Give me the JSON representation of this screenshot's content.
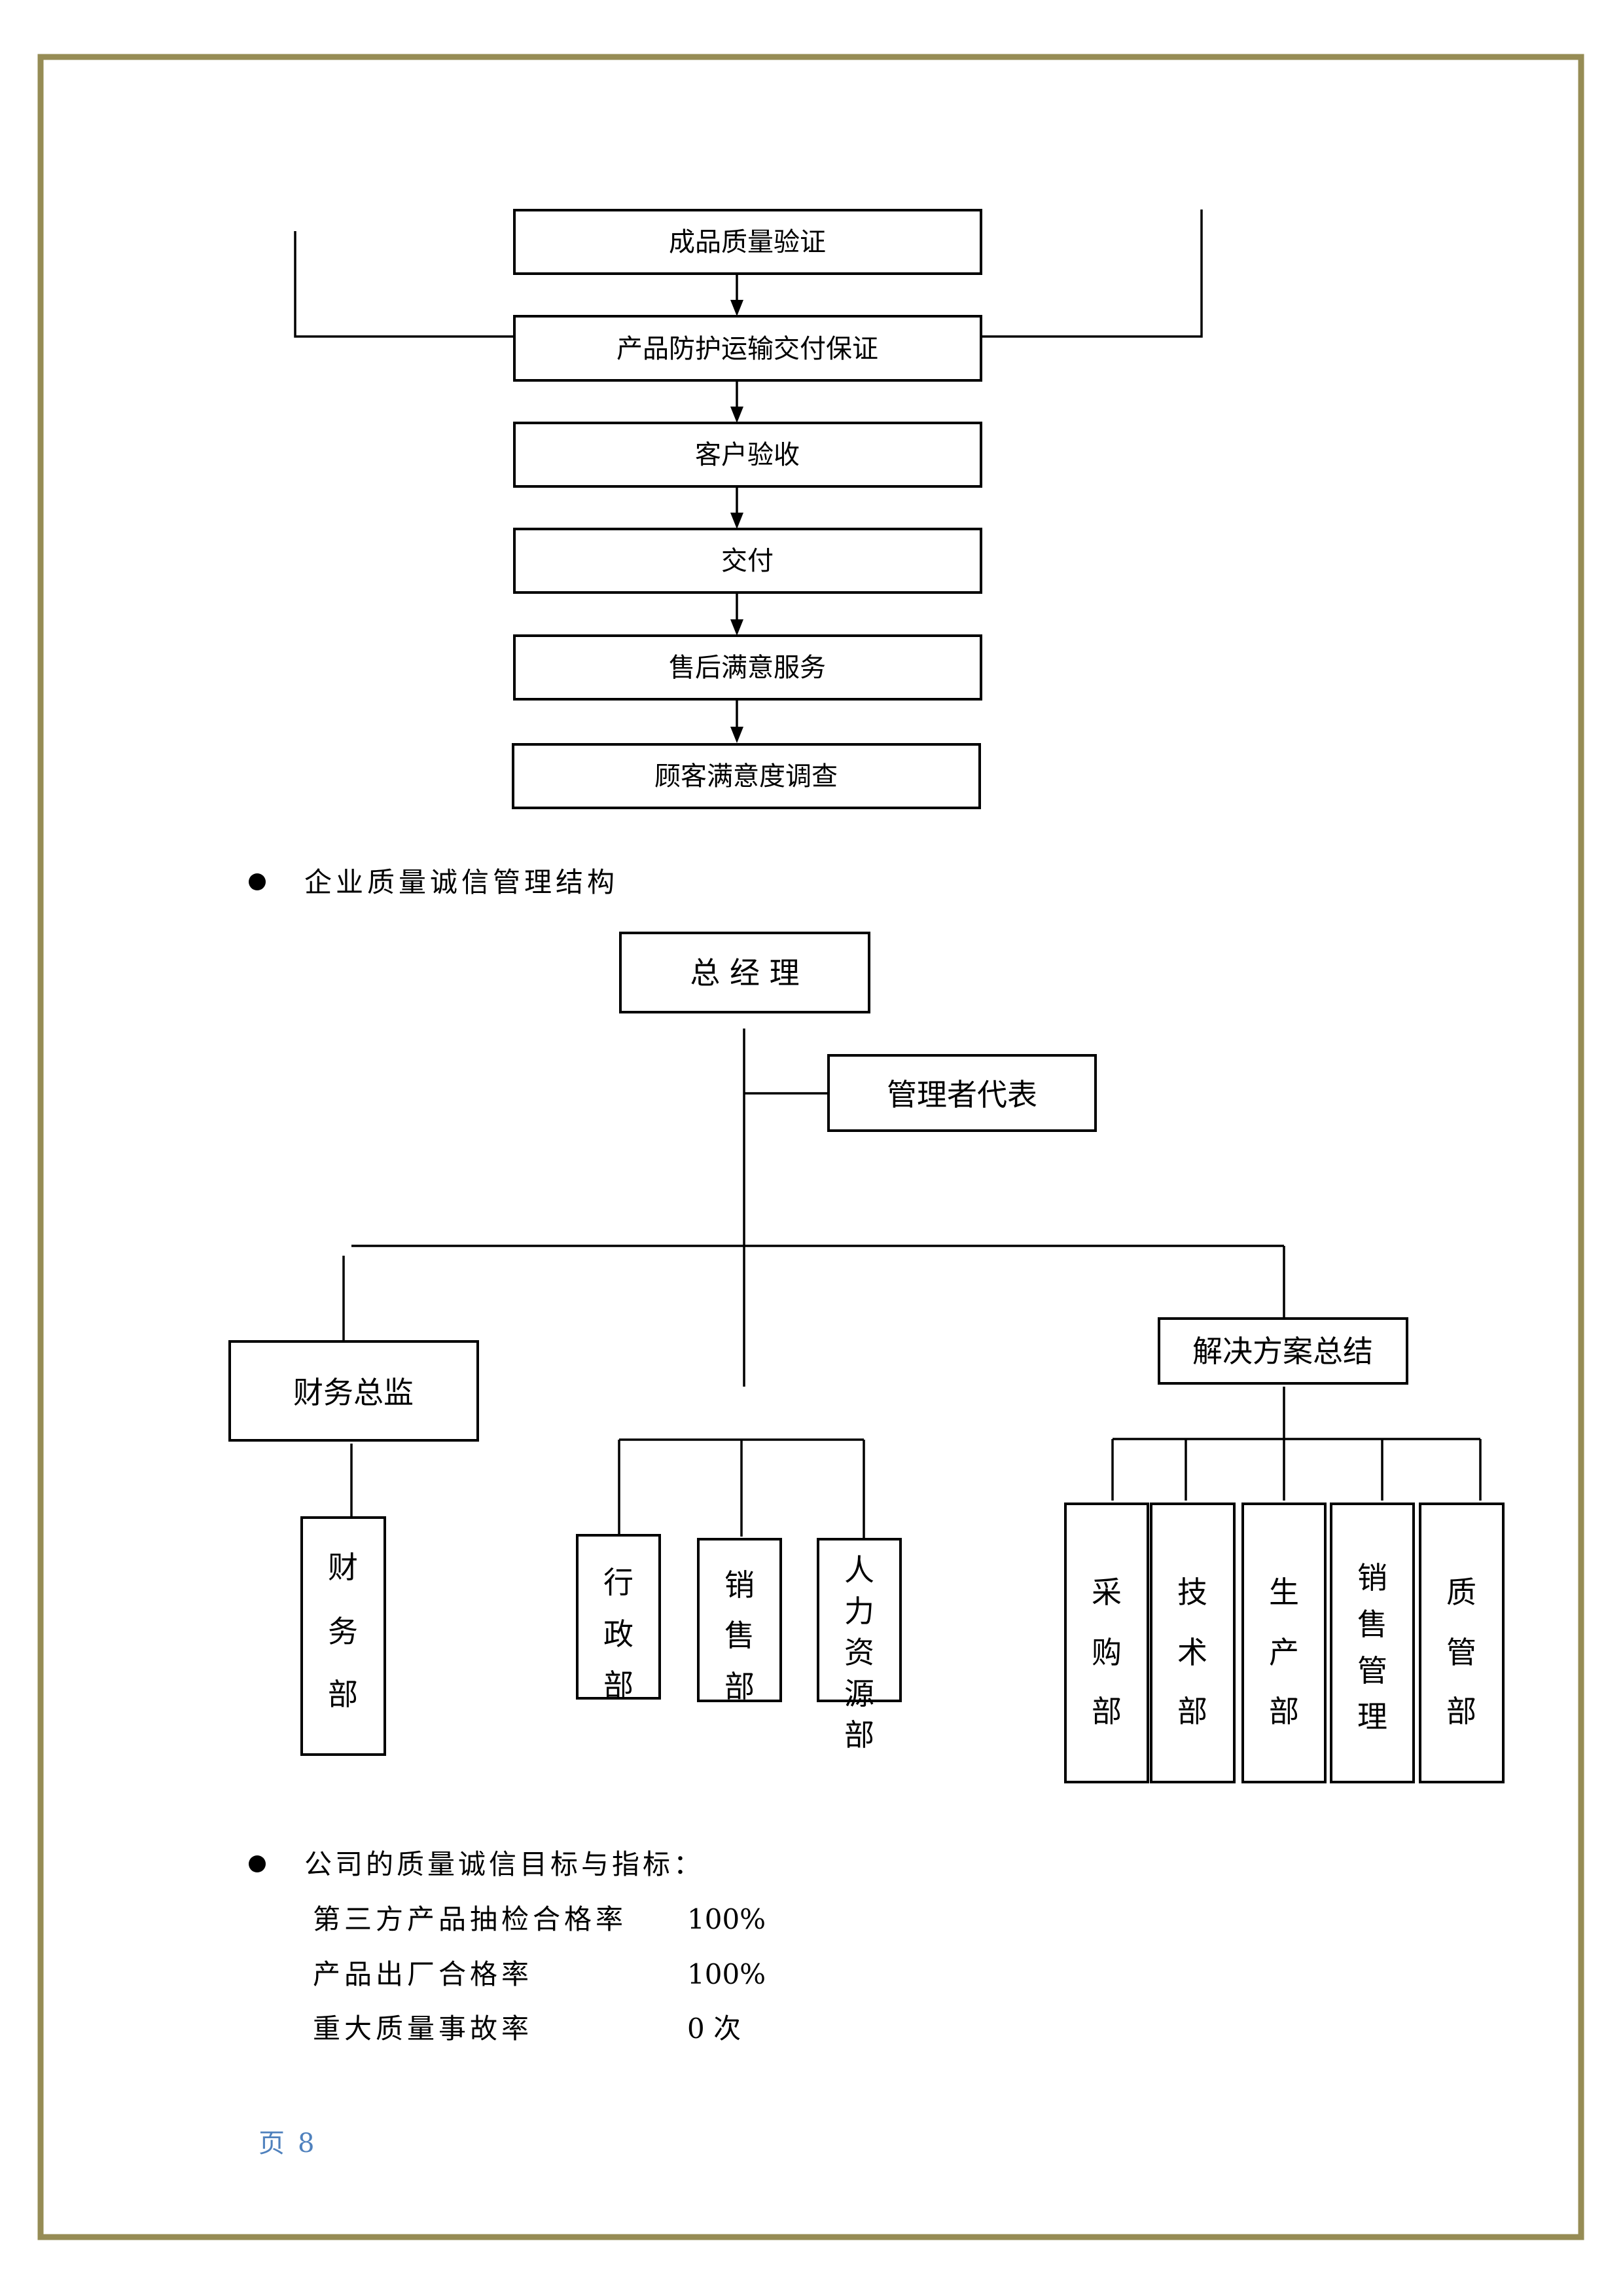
{
  "page": {
    "border_color": "#968c55",
    "page_number_prefix": "页",
    "page_number": "8",
    "page_number_color": "#4f81bd"
  },
  "flowchart": {
    "steps": [
      "成品质量验证",
      "产品防护运输交付保证",
      "客户验收",
      "交付",
      "售后满意服务",
      "顾客满意度调查"
    ]
  },
  "org_section": {
    "bullet_title": "企业质量诚信管理结构",
    "general_manager": "总 经 理",
    "management_rep": "管理者代表",
    "finance_director": "财务总监",
    "finance_dept": [
      "财",
      "务",
      "部"
    ],
    "middle_depts": [
      {
        "label": "行政部",
        "chars": [
          "行",
          "政",
          "部"
        ]
      },
      {
        "label": "销售部",
        "chars": [
          "销",
          "售",
          "部"
        ]
      },
      {
        "label": "人力资源部",
        "chars": [
          "人",
          "力",
          "资",
          "源",
          "部"
        ]
      }
    ],
    "solutions_head": "解决方案总结",
    "solutions_depts": [
      {
        "label": "采购部",
        "chars": [
          "采",
          "购",
          "部"
        ]
      },
      {
        "label": "技术部",
        "chars": [
          "技",
          "术",
          "部"
        ]
      },
      {
        "label": "生产部",
        "chars": [
          "生",
          "产",
          "部"
        ]
      },
      {
        "label": "销售管理",
        "chars": [
          "销",
          "售",
          "管",
          "理"
        ]
      },
      {
        "label": "质管部",
        "chars": [
          "质",
          "管",
          "部"
        ]
      }
    ]
  },
  "targets_section": {
    "bullet_title": "公司的质量诚信目标与指标：",
    "rows": [
      {
        "label": "第三方产品抽检合格率",
        "value": "100%"
      },
      {
        "label": "产品出厂合格率",
        "value": "100%"
      },
      {
        "label": "重大质量事故率",
        "value": "0 次"
      }
    ]
  }
}
